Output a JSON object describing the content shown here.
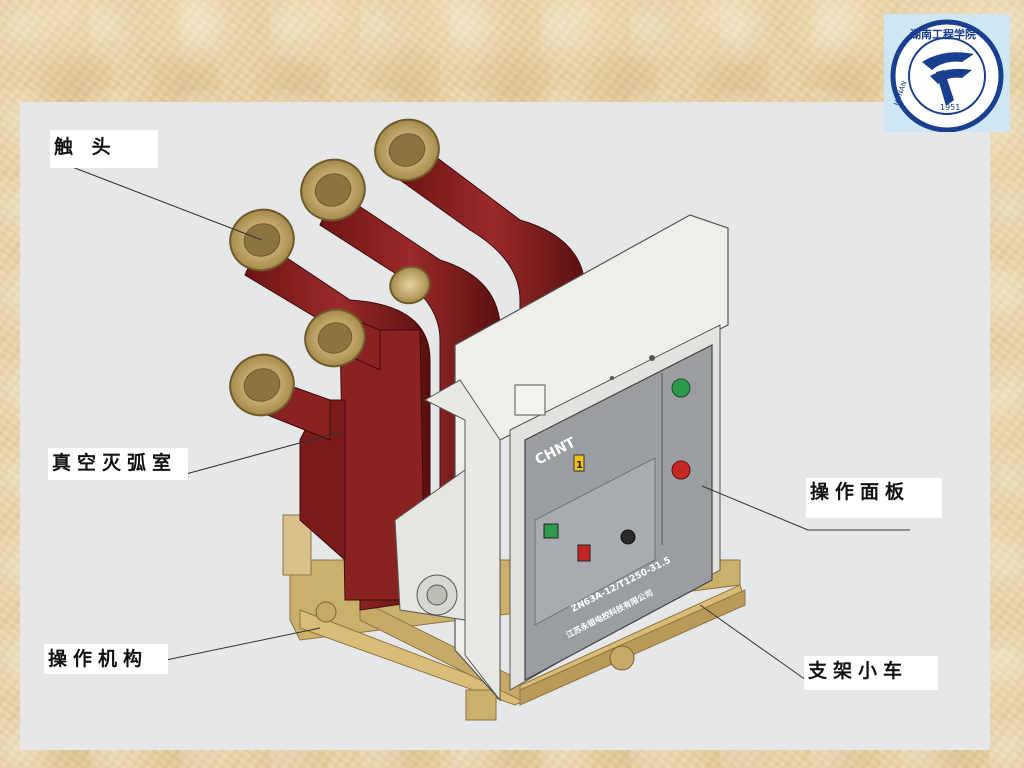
{
  "labels": {
    "contact": "触 头",
    "vacuum_chamber": "真空灭弧室",
    "operating_panel": "操作面板",
    "operating_mechanism": "操作机构",
    "chassis_cart": "支架小车"
  },
  "device": {
    "brand": "CHNT",
    "model_text": "ZN63A-12/T1250-31.5",
    "maker_text": "江苏永银电控科技有限公司",
    "indicator_numeral": "1"
  },
  "logo": {
    "year": "1951",
    "arc_text": "湖南工程学院",
    "side_text": "HUNAN"
  },
  "colors": {
    "insulator": "#8b2222",
    "contact_fingers": "#c9b27a",
    "frame": "#efefea",
    "front_panel": "#9a9ea3",
    "rail": "#d2b575",
    "logo_blue": "#1b3f8f",
    "logo_bg": "#cfe7f4"
  }
}
